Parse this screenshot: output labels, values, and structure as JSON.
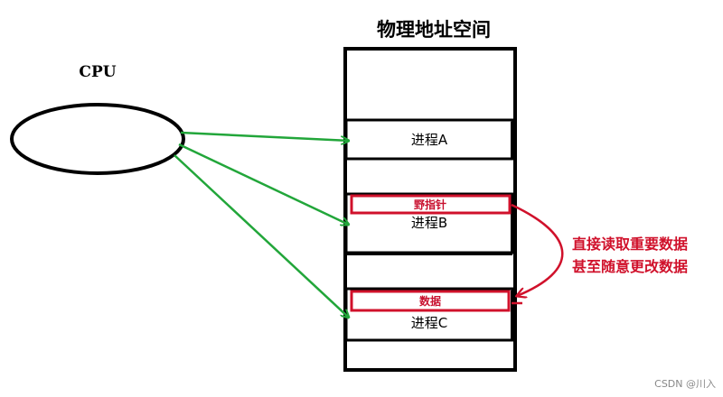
{
  "diagram": {
    "title": "物理地址空间",
    "cpu_label": "CPU",
    "processes": [
      "进程A",
      "进程B",
      "进程C"
    ],
    "wild_pointer_label": "野指针",
    "data_label": "数据",
    "annotation_line1": "直接读取重要数据",
    "annotation_line2": "甚至随意更改数据",
    "watermark": "CSDN @川入",
    "colors": {
      "green_arrow": "#22a63a",
      "red": "#d0112b",
      "outline": "#000000"
    }
  }
}
